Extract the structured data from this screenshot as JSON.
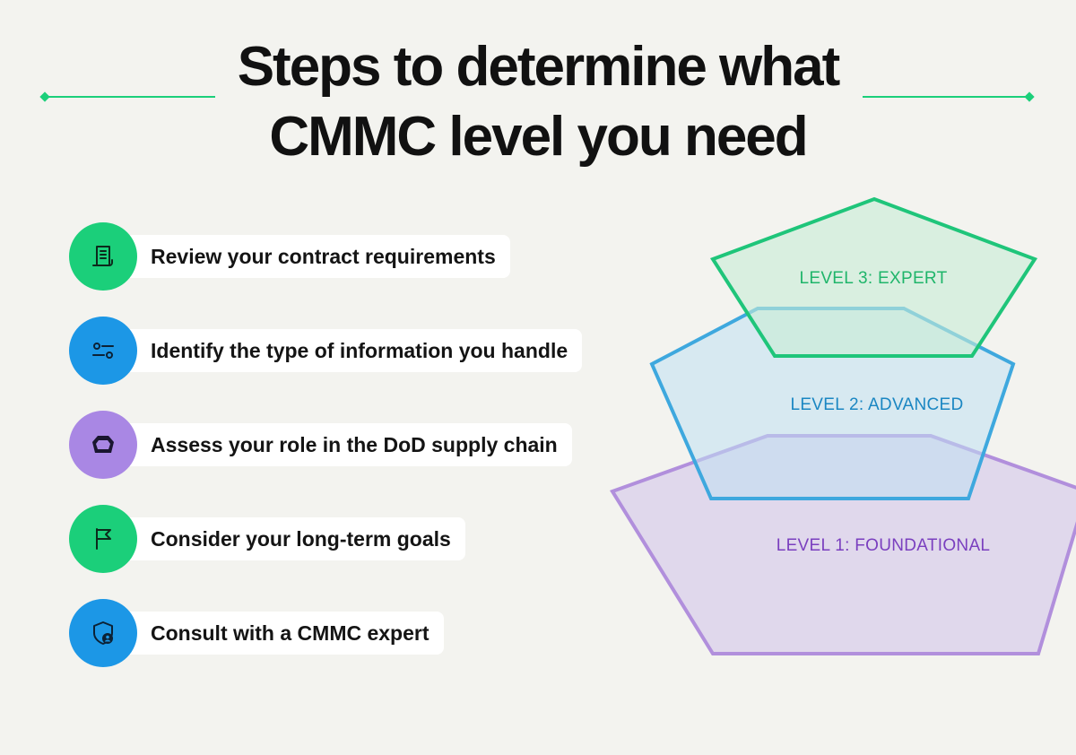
{
  "title": {
    "line1": "Steps to determine what",
    "line2": "CMMC level you need"
  },
  "steps": [
    {
      "label": "Review your contract requirements",
      "icon": "document-icon",
      "color": "#1bcf7a"
    },
    {
      "label": "Identify the type of information you handle",
      "icon": "sliders-icon",
      "color": "#1c97e6"
    },
    {
      "label": "Assess your role in the DoD supply chain",
      "icon": "chain-link-icon",
      "color": "#a987e4"
    },
    {
      "label": "Consider your long-term goals",
      "icon": "flag-icon",
      "color": "#1bcf7a"
    },
    {
      "label": "Consult with a CMMC expert",
      "icon": "shield-user-icon",
      "color": "#1c97e6"
    }
  ],
  "levels": [
    {
      "label": "LEVEL 3: EXPERT",
      "color": "#1fb56a"
    },
    {
      "label": "LEVEL 2: ADVANCED",
      "color": "#1a86c2"
    },
    {
      "label": "LEVEL 1: FOUNDATIONAL",
      "color": "#7a3fbf"
    }
  ]
}
